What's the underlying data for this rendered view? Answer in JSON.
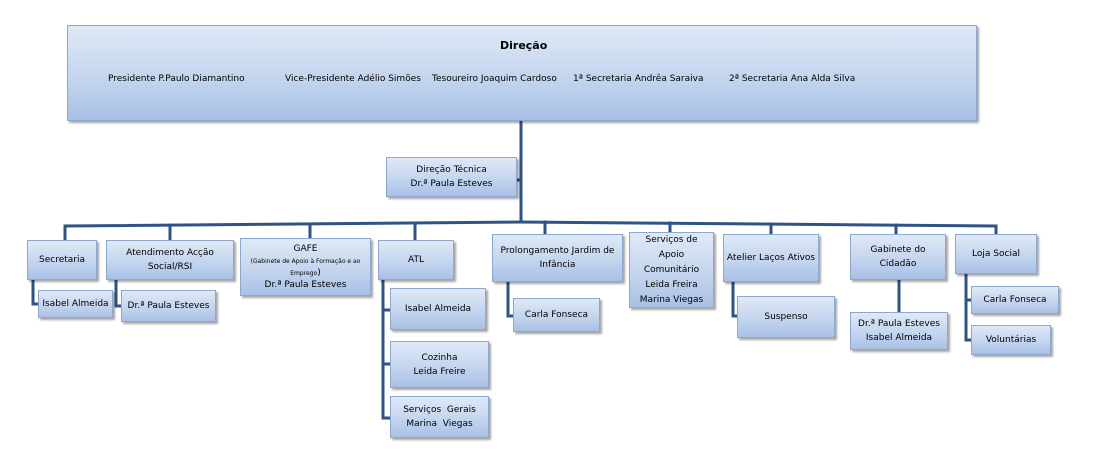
{
  "direcao": {
    "title": "Direção",
    "officers": [
      {
        "role": "Presidente",
        "name": "P.Paulo Diamantino"
      },
      {
        "role": "Vice-Presidente",
        "name": "Adélio Simões"
      },
      {
        "role": "Tesoureiro",
        "name": "Joaquim Cardoso"
      },
      {
        "role": "1ª Secretaria",
        "name": "Andrêa Saraiva"
      },
      {
        "role": "2ª Secretaria",
        "name": "Ana Alda Silva"
      }
    ]
  },
  "direcao_tecnica": {
    "title": "Direção Técnica",
    "name": "Dr.ª Paula Esteves"
  },
  "units": {
    "secretaria": {
      "title": "Secretaria",
      "staff": "Isabel Almeida"
    },
    "atendimento": {
      "title": "Atendimento Acção Social/RSI",
      "staff": "Dr.ª Paula Esteves"
    },
    "gafe": {
      "title": "GAFE",
      "subtitle": "(Gabinete de Apoio à Formação e ao Emprego",
      "close": ")",
      "name": "Dr.ª Paula Esteves"
    },
    "atl": {
      "title": "ATL",
      "staff1": "Isabel Almeida",
      "cozinha_title": "Cozinha",
      "cozinha_name": "Leida Freire",
      "servicos_title": "Serviços  Gerais",
      "servicos_name": "Marina  Viegas"
    },
    "prolongamento": {
      "title": "Prolongamento Jardim de Infância",
      "staff": "Carla Fonseca"
    },
    "servicos_apoio": {
      "title": "Serviços de Apoio Comunitário",
      "name1": "Leida Freira",
      "name2": "Marina Viegas"
    },
    "atelier": {
      "title": "Atelier Laços Ativos",
      "staff": "Suspenso"
    },
    "gabinete": {
      "title": "Gabinete do Cidadão",
      "name1": "Dr.ª Paula Esteves",
      "name2": "Isabel Almeida"
    },
    "loja": {
      "title": "Loja Social",
      "staff1": "Carla Fonseca",
      "staff2": "Voluntárias"
    }
  }
}
